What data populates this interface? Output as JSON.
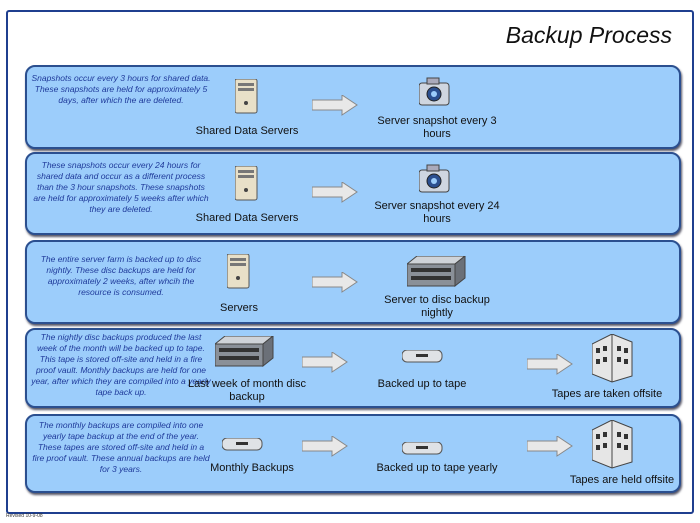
{
  "title": "Backup Process",
  "revised": "Revised 10-9-08",
  "rows": [
    {
      "desc": "Snapshots occur every 3 hours for shared data.  These snapshots are held for approximately 5 days, after which the are deleted.",
      "steps": [
        "Shared Data Servers",
        "Server snapshot every 3 hours"
      ]
    },
    {
      "desc": "These snapshots occur every 24 hours for shared data and occur as a different process than the 3 hour snapshots.  These snapshots are held for approximately 5 weeks after which they are deleted.",
      "steps": [
        "Shared Data Servers",
        "Server snapshot every 24 hours"
      ]
    },
    {
      "desc": "The entire server farm is backed up to disc nightly.  These disc backups are held for approximately 2 weeks, after whcih the resource is consumed.",
      "steps": [
        "Servers",
        "Server to disc backup nightly"
      ]
    },
    {
      "desc": "The nightly disc backups produced the last week of the month will be backed up to tape.  This tape is stored off-site and held in a fire proof vault.  Monthly backups are held for one year, after which they are compiled into a yearly tape back up.",
      "steps": [
        "Last week of month disc backup",
        "Backed up to tape",
        "Tapes are taken offsite"
      ]
    },
    {
      "desc": "The monthly backups are compiled into one yearly tape backup at the end of the year.  These tapes are stored off-site and held in a fire proof vault.  These annual backups are held for 3 years.",
      "steps": [
        "Monthly Backups",
        "Backed up to tape yearly",
        "Tapes are held offsite"
      ]
    }
  ]
}
